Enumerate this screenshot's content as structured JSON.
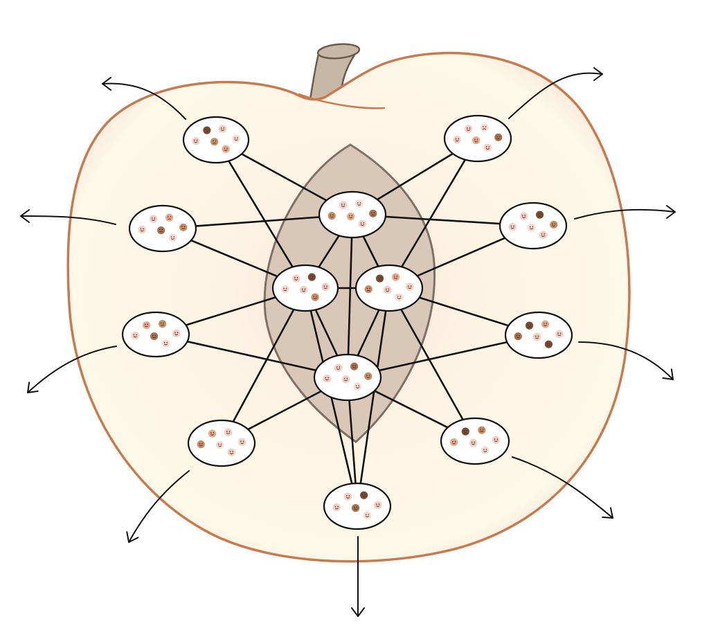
{
  "palette": {
    "apple_outline": "#c87a4e",
    "apple_fill_light": "#fdf7e6",
    "apple_fill_warm": "#fbe3d3",
    "core_fill": "#d8c6b6",
    "stem_fill": "#c7b8a6",
    "edge_color": "#111111",
    "skin_tones": [
      "#f3cdbf",
      "#e6a98a",
      "#c98c63",
      "#a8704f",
      "#7a4a34",
      "#f7d9cd"
    ]
  },
  "diagram": {
    "nodes": [
      {
        "id": "n-top-left",
        "faces": [
          [
            "neutral",
            4
          ],
          [
            "smile",
            0
          ],
          [
            "smile",
            5
          ],
          [
            "smile",
            0
          ],
          [
            "neutral",
            2
          ],
          [
            "smile",
            1
          ]
        ]
      },
      {
        "id": "n-top-right",
        "faces": [
          [
            "smile",
            0
          ],
          [
            "sad",
            5
          ],
          [
            "neutral",
            3
          ],
          [
            "smile",
            0
          ],
          [
            "smile",
            1
          ],
          [
            "smile",
            0
          ]
        ]
      },
      {
        "id": "n-mid-left",
        "faces": [
          [
            "smile",
            0
          ],
          [
            "neutral",
            1
          ],
          [
            "smile",
            2
          ],
          [
            "smile",
            0
          ],
          [
            "neutral",
            3
          ],
          [
            "smile",
            5
          ]
        ]
      },
      {
        "id": "n-mid-right",
        "faces": [
          [
            "smile",
            0
          ],
          [
            "neutral",
            4
          ],
          [
            "smile",
            2
          ],
          [
            "smile",
            0
          ],
          [
            "smile",
            5
          ],
          [
            "smile",
            0
          ]
        ]
      },
      {
        "id": "n-center-top",
        "faces": [
          [
            "smile",
            0
          ],
          [
            "smile",
            5
          ],
          [
            "neutral",
            3
          ],
          [
            "smile",
            2
          ],
          [
            "smile",
            1
          ],
          [
            "smile",
            0
          ]
        ]
      },
      {
        "id": "n-center-left",
        "faces": [
          [
            "smile",
            0
          ],
          [
            "neutral",
            4
          ],
          [
            "smile",
            0
          ],
          [
            "smile",
            5
          ],
          [
            "smile",
            0
          ],
          [
            "smile",
            2
          ]
        ]
      },
      {
        "id": "n-center-right",
        "faces": [
          [
            "neutral",
            4
          ],
          [
            "smile",
            1
          ],
          [
            "smile",
            0
          ],
          [
            "sad",
            2
          ],
          [
            "smile",
            0
          ],
          [
            "smile",
            5
          ]
        ]
      },
      {
        "id": "n-left-low",
        "faces": [
          [
            "smile",
            1
          ],
          [
            "neutral",
            2
          ],
          [
            "smile",
            0
          ],
          [
            "smile",
            0
          ],
          [
            "smile",
            3
          ],
          [
            "smile",
            5
          ]
        ]
      },
      {
        "id": "n-right-low",
        "faces": [
          [
            "sad",
            4
          ],
          [
            "smile",
            1
          ],
          [
            "smile",
            0
          ],
          [
            "smile",
            3
          ],
          [
            "smile",
            0
          ],
          [
            "smile",
            4
          ]
        ]
      },
      {
        "id": "n-center-bottom",
        "faces": [
          [
            "smile",
            0
          ],
          [
            "smile",
            3
          ],
          [
            "smile",
            2
          ],
          [
            "smile",
            0
          ],
          [
            "smile",
            0
          ],
          [
            "smile",
            5
          ]
        ]
      },
      {
        "id": "n-bottom-left",
        "faces": [
          [
            "smile",
            1
          ],
          [
            "smile",
            0
          ],
          [
            "smile",
            0
          ],
          [
            "smile",
            2
          ],
          [
            "smile",
            5
          ],
          [
            "smile",
            0
          ]
        ]
      },
      {
        "id": "n-bottom-right",
        "faces": [
          [
            "sad",
            4
          ],
          [
            "smile",
            2
          ],
          [
            "smile",
            0
          ],
          [
            "smile",
            1
          ],
          [
            "smile",
            0
          ],
          [
            "smile",
            5
          ]
        ]
      },
      {
        "id": "n-bottom",
        "faces": [
          [
            "smile",
            0
          ],
          [
            "neutral",
            4
          ],
          [
            "smile",
            0
          ],
          [
            "smile",
            0
          ],
          [
            "smile",
            3
          ],
          [
            "smile",
            5
          ]
        ]
      }
    ],
    "edges": [
      [
        "n-top-left",
        "n-center-top"
      ],
      [
        "n-top-left",
        "n-center-left"
      ],
      [
        "n-top-right",
        "n-center-top"
      ],
      [
        "n-top-right",
        "n-center-right"
      ],
      [
        "n-mid-left",
        "n-center-top"
      ],
      [
        "n-mid-left",
        "n-center-left"
      ],
      [
        "n-mid-right",
        "n-center-top"
      ],
      [
        "n-mid-right",
        "n-center-right"
      ],
      [
        "n-left-low",
        "n-center-left"
      ],
      [
        "n-left-low",
        "n-center-bottom"
      ],
      [
        "n-right-low",
        "n-center-right"
      ],
      [
        "n-right-low",
        "n-center-bottom"
      ],
      [
        "n-center-top",
        "n-center-left"
      ],
      [
        "n-center-top",
        "n-center-right"
      ],
      [
        "n-center-top",
        "n-center-bottom"
      ],
      [
        "n-center-left",
        "n-center-right"
      ],
      [
        "n-center-left",
        "n-center-bottom"
      ],
      [
        "n-center-right",
        "n-center-bottom"
      ],
      [
        "n-bottom-left",
        "n-center-left"
      ],
      [
        "n-bottom-left",
        "n-center-bottom"
      ],
      [
        "n-bottom-right",
        "n-center-right"
      ],
      [
        "n-bottom-right",
        "n-center-bottom"
      ],
      [
        "n-bottom",
        "n-center-left"
      ],
      [
        "n-bottom",
        "n-center-right"
      ],
      [
        "n-bottom",
        "n-center-bottom"
      ]
    ],
    "outflows": [
      {
        "id": "outflow-top-left",
        "from": "n-top-left"
      },
      {
        "id": "outflow-top-right",
        "from": "n-top-right"
      },
      {
        "id": "outflow-mid-left",
        "from": "n-mid-left"
      },
      {
        "id": "outflow-mid-right",
        "from": "n-mid-right"
      },
      {
        "id": "outflow-left-low",
        "from": "n-left-low"
      },
      {
        "id": "outflow-right-low",
        "from": "n-right-low"
      },
      {
        "id": "outflow-bottom-left",
        "from": "n-bottom-left"
      },
      {
        "id": "outflow-bottom-right",
        "from": "n-bottom-right"
      },
      {
        "id": "outflow-bottom",
        "from": "n-bottom"
      }
    ]
  }
}
